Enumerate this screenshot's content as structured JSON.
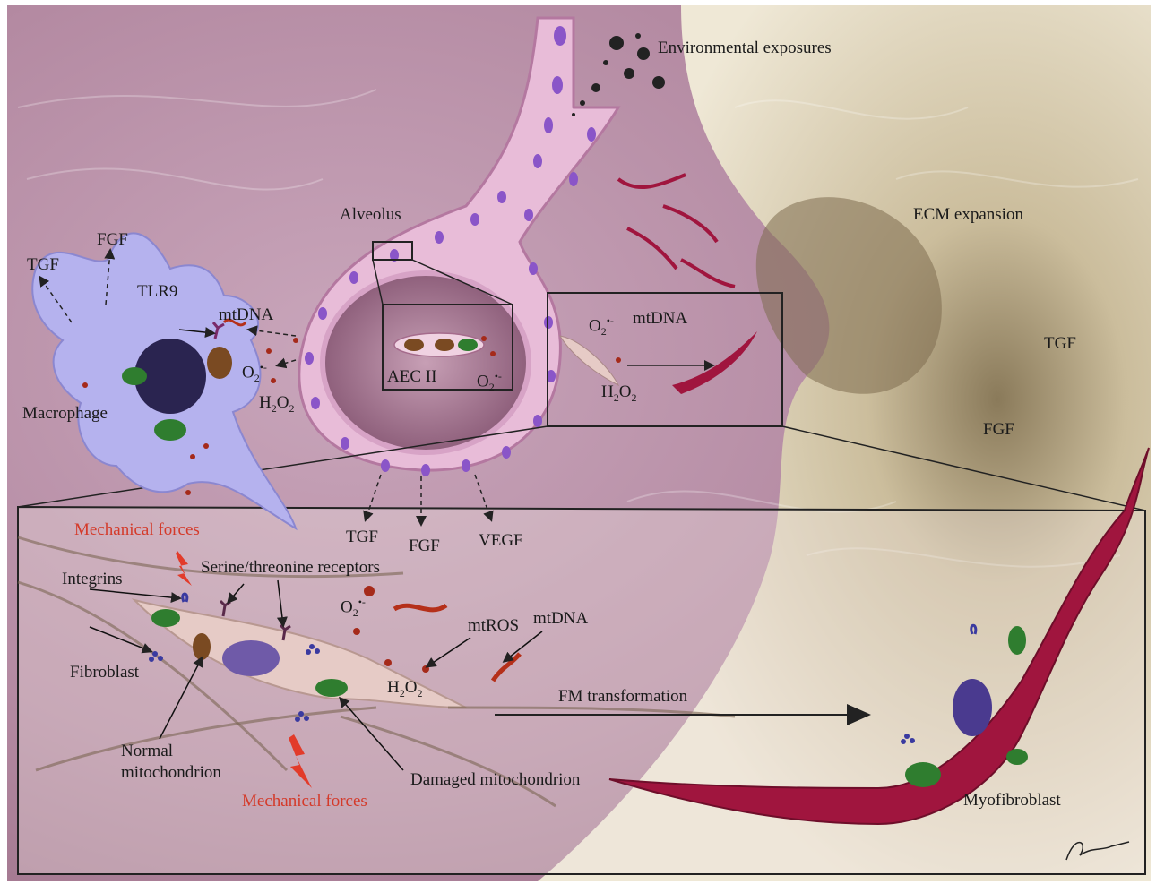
{
  "labels": {
    "environmental_exposures": "Environmental exposures",
    "alveolus": "Alveolus",
    "ecm_expansion": "ECM expansion",
    "tgf": "TGF",
    "fgf": "FGF",
    "vegf": "VEGF",
    "tlr9": "TLR9",
    "mtdna": "mtDNA",
    "macrophage": "Macrophage",
    "aec2": "AEC II",
    "mechanical_forces": "Mechanical forces",
    "serine_threonine_receptors": "Serine/threonine receptors",
    "integrins": "Integrins",
    "fibroblast": "Fibroblast",
    "normal_mitochondrion_line1": "Normal",
    "normal_mitochondrion_line2": "mitochondrion",
    "damaged_mitochondrion": "Damaged mitochondrion",
    "mtros": "mtROS",
    "fm_transformation": "FM transformation",
    "myofibroblast": "Myofibroblast",
    "o2": "O",
    "h2o2": "H"
  },
  "colors": {
    "tissue_pink": "#b88ba3",
    "ecm_beige": "#d8ccb0",
    "alveolar_cell": "#ecbfdc",
    "nucleus": "#8a55c8",
    "macrophage": "#b5b2ee",
    "myofibroblast": "#a0153e",
    "mitochondrion": "#2f7d2f",
    "damaged_mitochondrion": "#7a4a22",
    "mechanical_force_red": "#e23b2a",
    "fibroblast": "#e6cbc6"
  }
}
